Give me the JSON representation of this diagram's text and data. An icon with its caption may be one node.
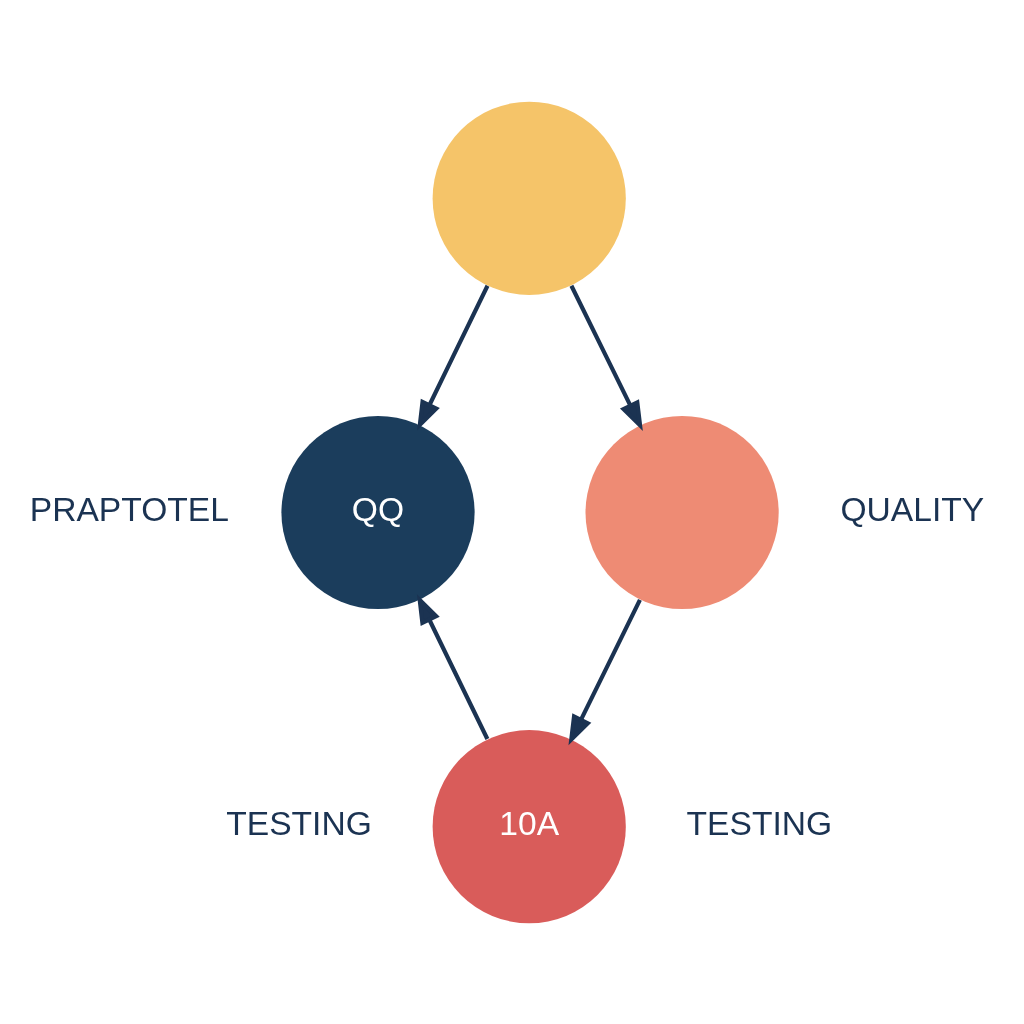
{
  "diagram": {
    "nodes": [
      {
        "text": [],
        "shape": "circle"
      },
      {
        "text": [
          "QQ"
        ],
        "beside": [
          "PRAPTOTEL"
        ]
      },
      {
        "text": [],
        "shape": "circle",
        "beside": [
          "QUALITY"
        ]
      },
      {
        "text": [
          "10A"
        ]
      }
    ],
    "edges": [
      {
        "from": 0,
        "to": 1,
        "arrow": "to"
      },
      {
        "from": 0,
        "to": 2,
        "arrow": "to"
      },
      {
        "from": 2,
        "to": 3,
        "arrow": "to"
      },
      {
        "from": 3,
        "to": 1,
        "arrow": "to"
      }
    ],
    "labels": [
      "TESTING",
      "TESTING"
    ]
  }
}
